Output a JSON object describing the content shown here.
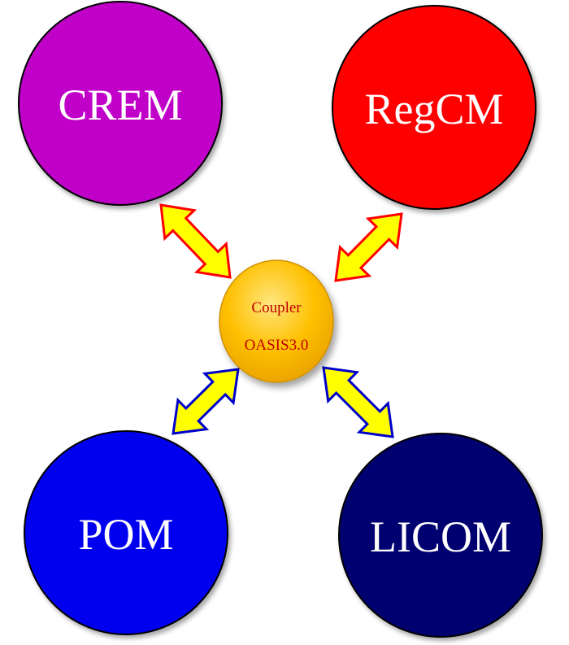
{
  "nodes": {
    "crem": {
      "label": "CREM",
      "color": "#C000C8"
    },
    "regcm": {
      "label": "RegCM",
      "color": "#FF0000"
    },
    "pom": {
      "label": "POM",
      "color": "#0000EE"
    },
    "licom": {
      "label": "LICOM",
      "color": "#000070"
    }
  },
  "coupler": {
    "line1": "Coupler",
    "line2": "OASIS3.0",
    "fill_color": "#FFC000",
    "text_color": "#C00000"
  },
  "arrows": {
    "fill_color": "#FFFF00",
    "top_outline_color": "#FF0000",
    "bottom_outline_color": "#0000CC"
  }
}
